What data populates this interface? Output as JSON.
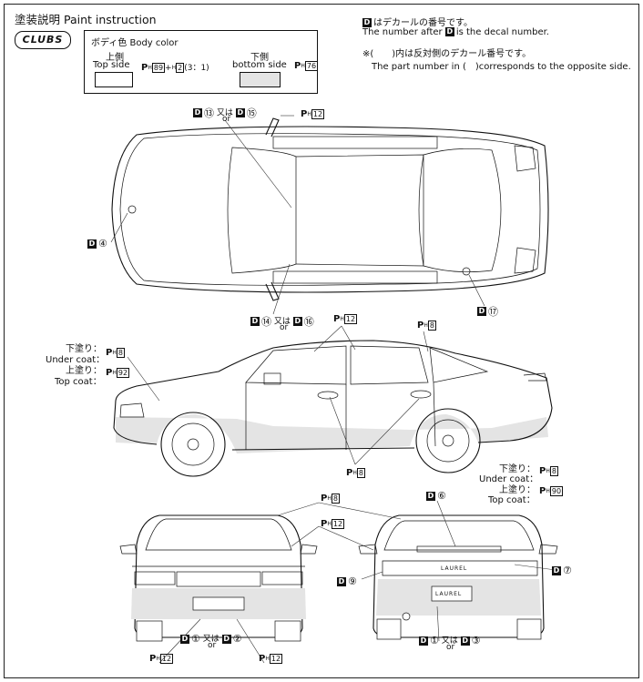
{
  "header": {
    "title_jp": "塗装説明",
    "title_en": "Paint instruction",
    "logo_text": "CLUBS"
  },
  "body_color": {
    "heading": "ボディ色 Body color",
    "top_jp": "上側",
    "top_en": "Top side",
    "top_formula_a": "89",
    "top_formula_b": "2",
    "top_ratio": "(3：1)",
    "bottom_jp": "下側",
    "bottom_en": "bottom side",
    "bottom_code": "76",
    "top_swatch_color": "#ffffff",
    "bottom_swatch_color": "#e4e4e4"
  },
  "notes": {
    "line1_jp": "はデカールの番号です。",
    "line1_en_a": "The number after",
    "line1_en_b": "is the decal number.",
    "line2_jp": "※(　　)内は反対側のデカール番号です。",
    "line2_en": "The part number in (　)corresponds to the opposite side."
  },
  "common": {
    "d": "D",
    "p": "P",
    "h": "H",
    "or_jp": "又は",
    "or_en": "or"
  },
  "top_view": {
    "d13": "⑬",
    "d15": "⑮",
    "mirror_code": "12",
    "d4": "④",
    "d14": "⑭",
    "d16": "⑯",
    "d17": "⑰"
  },
  "side_view": {
    "under_jp": "下塗り：",
    "under_en": "Under coat：",
    "top_jp": "上塗り：",
    "top_en": "Top coat：",
    "under_code": "8",
    "top_code": "92",
    "pillar_code": "12",
    "window_code": "8",
    "handle_code": "8"
  },
  "front_view": {
    "glass_code": "8",
    "trim_code": "12",
    "d1": "①",
    "d2": "②",
    "left_code": "12",
    "right_code": "12"
  },
  "rear_view": {
    "under_jp": "下塗り：",
    "under_en": "Under coat：",
    "top_jp": "上塗り：",
    "top_en": "Top coat：",
    "under_code": "8",
    "top_code": "90",
    "d6": "⑥",
    "d7": "⑦",
    "d9": "⑨",
    "d1": "①",
    "d3": "③",
    "trunk_text": "LAUREL",
    "plate_text": "LAUREL"
  }
}
